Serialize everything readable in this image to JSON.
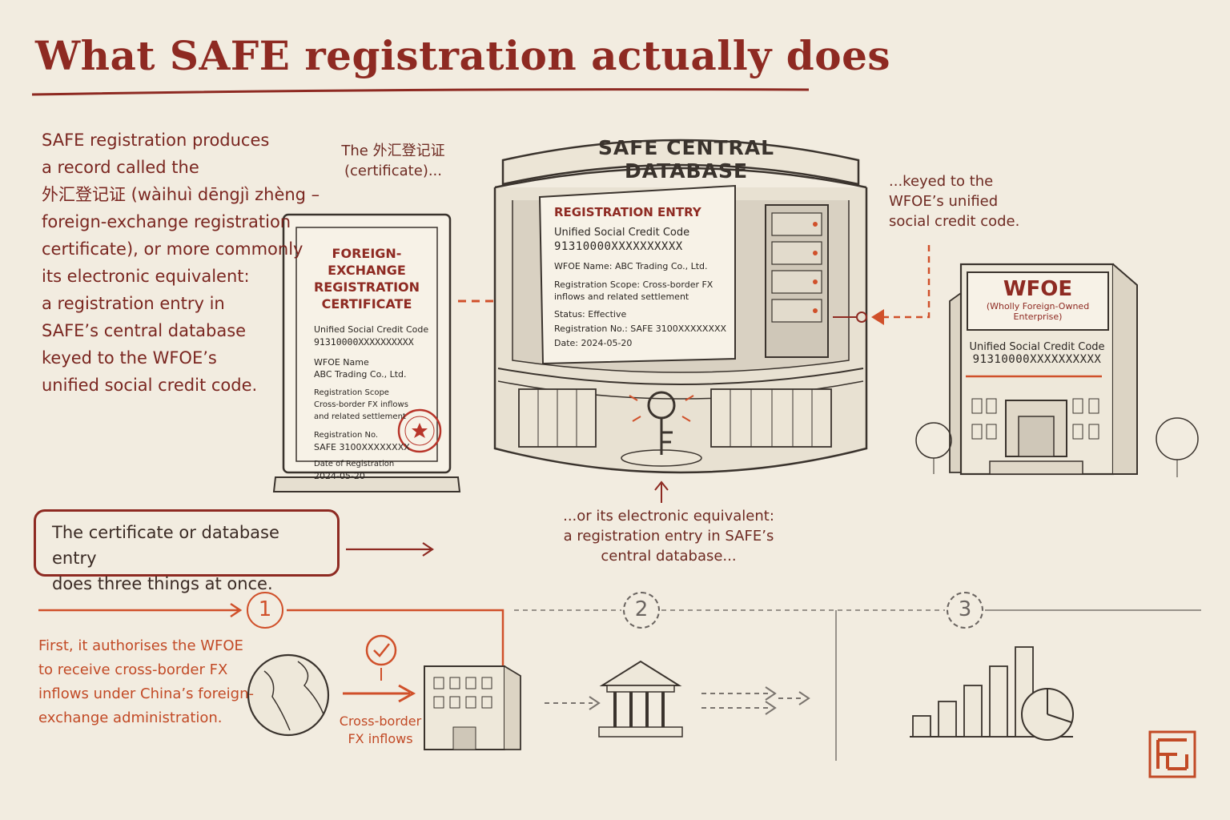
{
  "title": "What SAFE registration actually does",
  "intro_lines": [
    "SAFE registration produces",
    "a record called the",
    "外汇登记证 (wàihuì dēngjì zhèng –",
    "foreign-exchange registration",
    "certificate), or more commonly",
    "its electronic equivalent:",
    "a registration entry in",
    "SAFE’s central database",
    "keyed to the WFOE’s",
    "unified social credit code."
  ],
  "cert_note": [
    "The 外汇登记证",
    "(certificate)..."
  ],
  "certificate": {
    "title_lines": [
      "FOREIGN-EXCHANGE",
      "REGISTRATION",
      "CERTIFICATE"
    ],
    "uscc_label": "Unified Social Credit Code",
    "uscc_value": "91310000XXXXXXXXXX",
    "name_label": "WFOE Name",
    "name_value": "ABC Trading Co., Ltd.",
    "scope_label": "Registration Scope",
    "scope_value_1": "Cross-border FX inflows",
    "scope_value_2": "and related settlement",
    "regno_label": "Registration No.",
    "regno_value": "SAFE 3100XXXXXXXX",
    "date_label": "Date of Registration",
    "date_value": "2024-05-20"
  },
  "database": {
    "label": "SAFE CENTRAL DATABASE",
    "entry_title": "REGISTRATION ENTRY",
    "uscc_label": "Unified Social Credit Code",
    "uscc_value": "91310000XXXXXXXXXX",
    "name_line": "WFOE Name: ABC Trading Co., Ltd.",
    "scope_line_1": "Registration Scope: Cross-border FX",
    "scope_line_2": "inflows and related settlement",
    "status_line": "Status: Effective",
    "regno_line": "Registration No.: SAFE 3100XXXXXXXX",
    "date_line": "Date: 2024-05-20"
  },
  "keyed_note": [
    "...keyed to the",
    "WFOE’s unified",
    "social credit code."
  ],
  "wfoe": {
    "title": "WFOE",
    "subtitle": "(Wholly Foreign-Owned Enterprise)",
    "uscc_label": "Unified Social Credit Code",
    "uscc_value": "91310000XXXXXXXXXX"
  },
  "electronic_note": [
    "...or its electronic equivalent:",
    "a registration entry in SAFE’s",
    "central database..."
  ],
  "callout_lines": [
    "The certificate or database entry",
    "does three things at once."
  ],
  "steps": [
    "1",
    "2",
    "3"
  ],
  "first_lines": [
    "First, it authorises the WFOE",
    "to receive cross-border FX",
    "inflows under China’s foreign-",
    "exchange administration."
  ],
  "inflow_label": [
    "Cross-border",
    "FX inflows"
  ],
  "colors": {
    "accent": "#8e2a22",
    "orange": "#d0502a",
    "ink": "#2b2622",
    "paper": "#f2ece0"
  }
}
